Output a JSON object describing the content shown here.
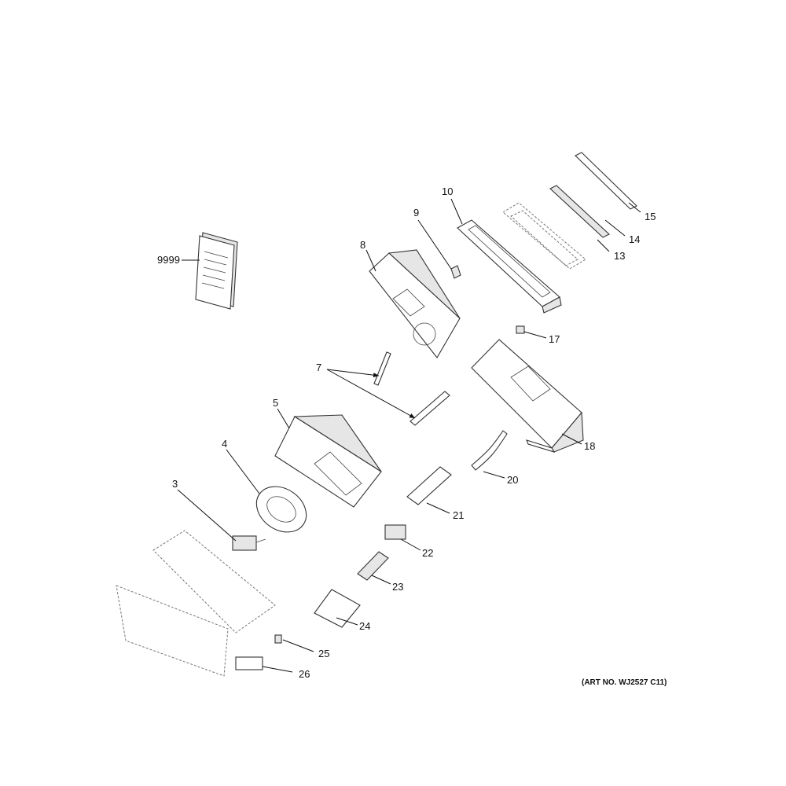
{
  "callouts": {
    "c9999": "9999",
    "c3": "3",
    "c4": "4",
    "c5": "5",
    "c7": "7",
    "c8": "8",
    "c9": "9",
    "c10": "10",
    "c13": "13",
    "c14": "14",
    "c15": "15",
    "c17": "17",
    "c18": "18",
    "c20": "20",
    "c21": "21",
    "c22": "22",
    "c23": "23",
    "c24": "24",
    "c25": "25",
    "c26": "26"
  },
  "art_number": "(ART NO. WJ2527 C11)"
}
